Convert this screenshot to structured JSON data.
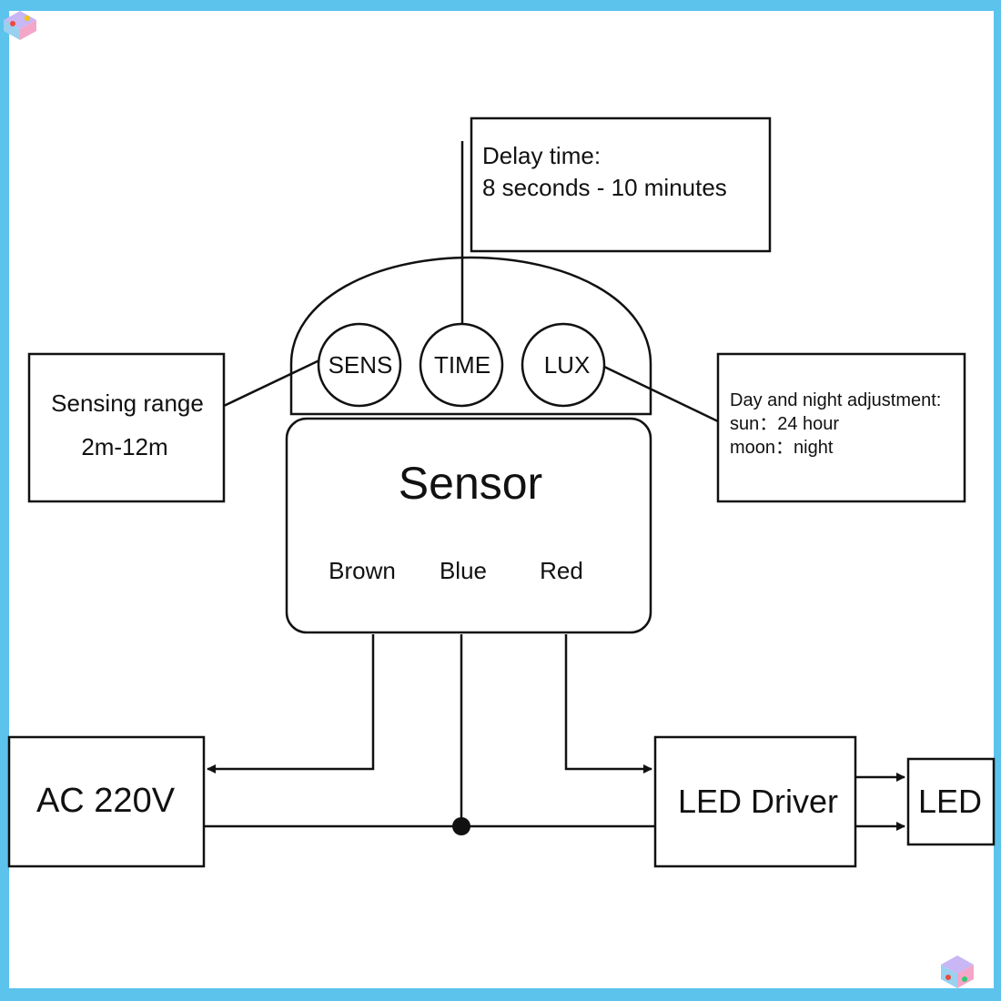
{
  "delay_box": {
    "line1": "Delay time:",
    "line2": "8 seconds -  10 minutes"
  },
  "knobs": {
    "sens": "SENS",
    "time": "TIME",
    "lux": "LUX"
  },
  "sensing_box": {
    "line1": "Sensing range",
    "line2": "2m-12m"
  },
  "daynight_box": {
    "line1": "Day and night adjustment:",
    "line2": "sun：24 hour",
    "line3": "moon：night"
  },
  "sensor": {
    "title": "Sensor",
    "wires": {
      "brown": "Brown",
      "blue": "Blue",
      "red": "Red"
    }
  },
  "ac_box": {
    "label": "AC 220V"
  },
  "driver_box": {
    "label": "LED Driver"
  },
  "led_box": {
    "label": "LED"
  },
  "colors": {
    "frame": "#5bc3ec",
    "stroke": "#111111",
    "background": "#ffffff"
  }
}
